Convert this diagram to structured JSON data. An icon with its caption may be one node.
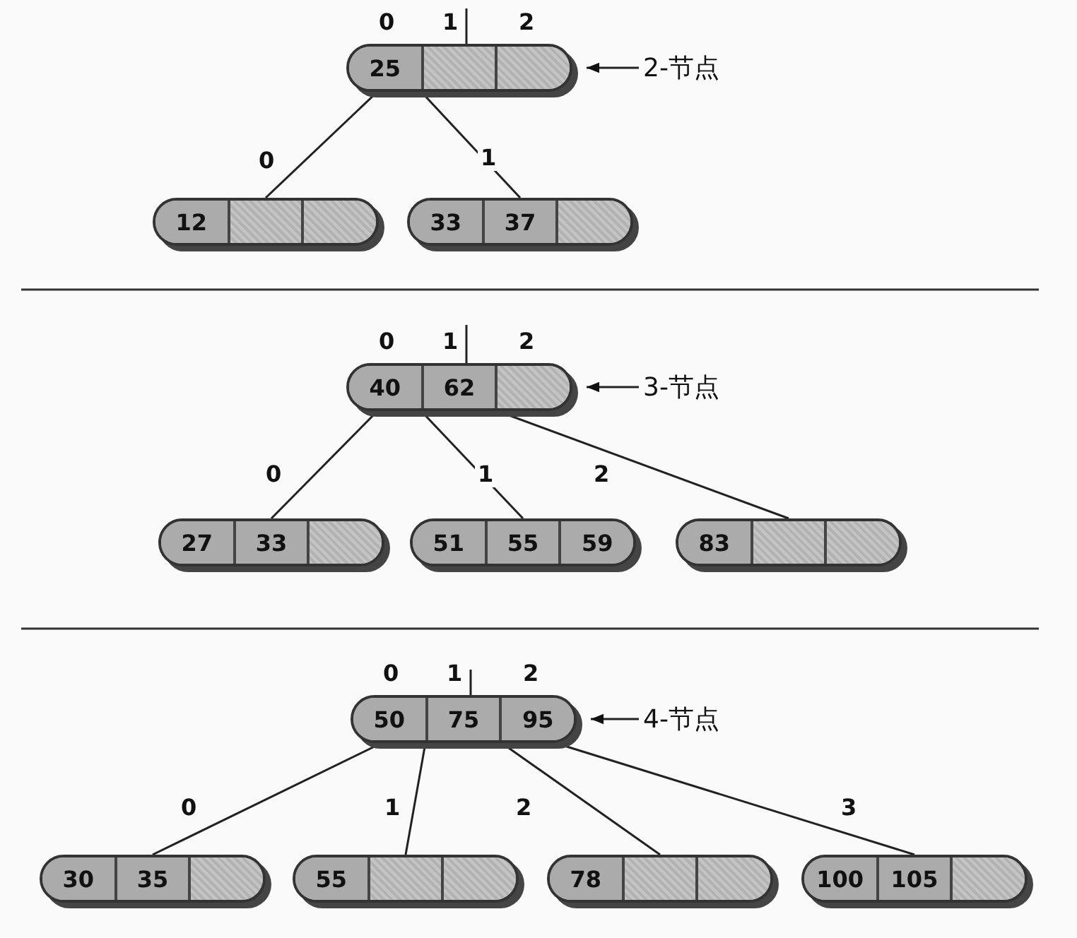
{
  "diagram": {
    "nodes": [
      {
        "text": [
          "25"
        ],
        "beside": [
          "0",
          "1",
          "2"
        ]
      },
      {
        "text": [
          "2-节点"
        ]
      },
      {
        "text": [
          "12"
        ]
      },
      {
        "text": [
          "33",
          "37"
        ]
      },
      {
        "text": [
          "40",
          "62"
        ],
        "beside": [
          "0",
          "1",
          "2"
        ]
      },
      {
        "text": [
          "3-节点"
        ]
      },
      {
        "text": [
          "27",
          "33"
        ]
      },
      {
        "text": [
          "51",
          "55",
          "59"
        ]
      },
      {
        "text": [
          "83"
        ]
      },
      {
        "text": [
          "50",
          "75",
          "95"
        ],
        "beside": [
          "0",
          "1",
          "2"
        ]
      },
      {
        "text": [
          "4-节点"
        ]
      },
      {
        "text": [
          "30",
          "35"
        ]
      },
      {
        "text": [
          "55"
        ]
      },
      {
        "text": [
          "78"
        ]
      },
      {
        "text": [
          "100",
          "105"
        ]
      }
    ],
    "edges": [
      {
        "from": 1,
        "to": 0,
        "arrow": "to"
      },
      {
        "from": 0,
        "to": 2,
        "arrow": "none",
        "label": "0"
      },
      {
        "from": 0,
        "to": 3,
        "arrow": "none",
        "label": "1"
      },
      {
        "from": 5,
        "to": 4,
        "arrow": "to"
      },
      {
        "from": 4,
        "to": 6,
        "arrow": "none",
        "label": "0"
      },
      {
        "from": 4,
        "to": 7,
        "arrow": "none",
        "label": "1"
      },
      {
        "from": 4,
        "to": 8,
        "arrow": "none",
        "label": "2"
      },
      {
        "from": 10,
        "to": 9,
        "arrow": "to"
      },
      {
        "from": 9,
        "to": 11,
        "arrow": "none",
        "label": "0"
      },
      {
        "from": 9,
        "to": 12,
        "arrow": "none",
        "label": "1"
      },
      {
        "from": 9,
        "to": 13,
        "arrow": "none",
        "label": "2"
      },
      {
        "from": 9,
        "to": 14,
        "arrow": "none",
        "label": "3"
      }
    ]
  }
}
